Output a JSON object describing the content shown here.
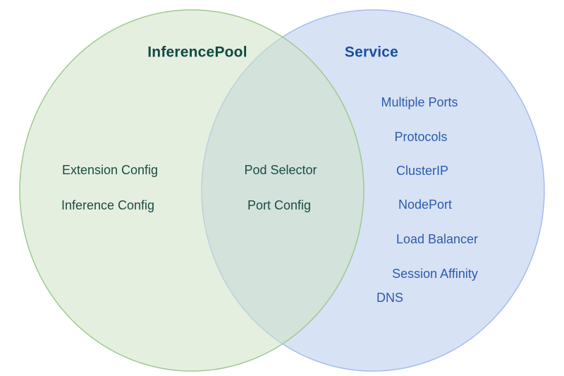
{
  "diagram": {
    "type": "venn",
    "left": {
      "title": "InferencePool",
      "items": [
        "Extension Config",
        "Inference Config"
      ]
    },
    "overlap": {
      "items": [
        "Pod Selector",
        "Port Config"
      ]
    },
    "right": {
      "title": "Service",
      "items": [
        "Multiple Ports",
        "Protocols",
        "ClusterIP",
        "NodePort",
        "Load Balancer",
        "Session Affinity",
        "DNS"
      ]
    },
    "colors": {
      "left_circle_fill": "#e5efdf",
      "left_circle_stroke": "#a5cd97",
      "right_circle_fill": "#d8e2f5",
      "right_circle_stroke": "#a4bcf0",
      "overlap_fill": "#d5e6dc",
      "left_title_text": "#0e4a42",
      "left_item_text": "#1d4b46",
      "right_title_text": "#1a4fa0",
      "right_item_text": "#2b5cad",
      "background": "#ffffff"
    }
  }
}
